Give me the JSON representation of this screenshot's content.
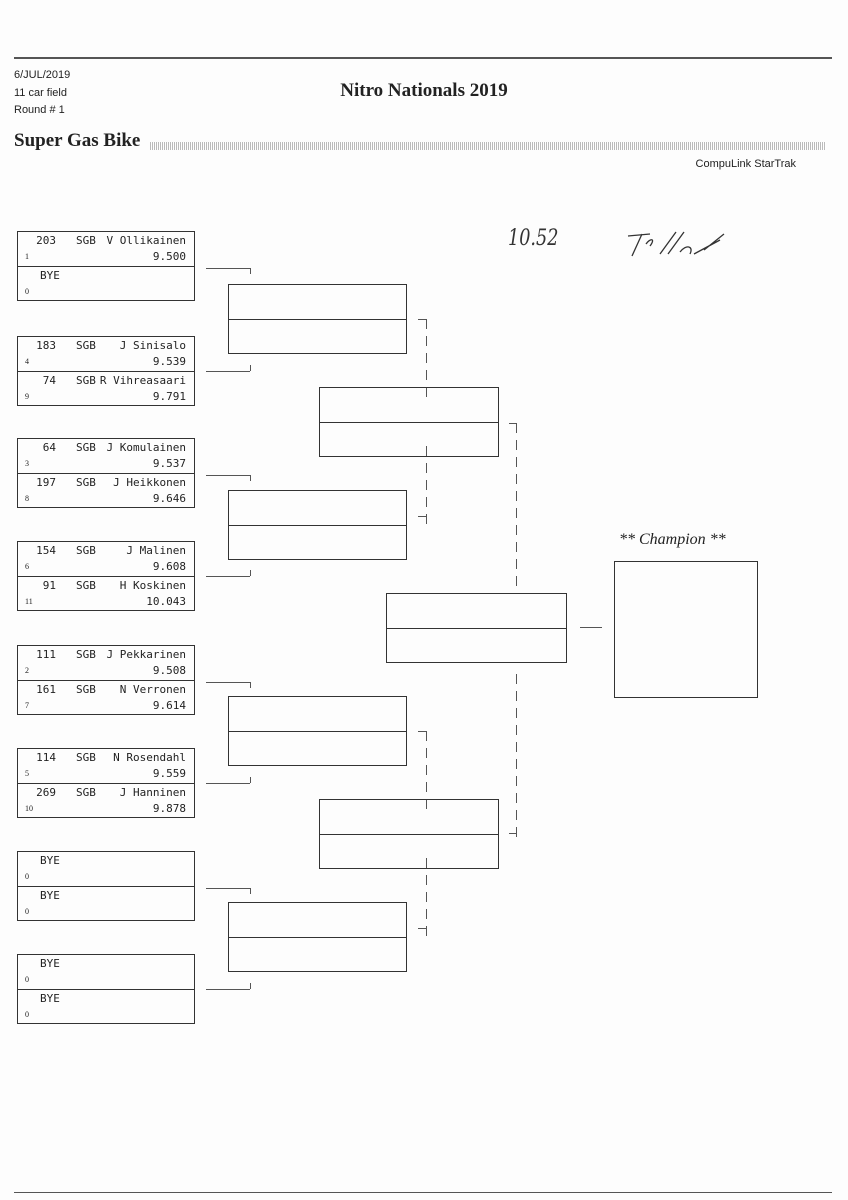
{
  "header": {
    "date": "6/JUL/2019",
    "field": "11 car field",
    "round": "Round # 1",
    "title": "Nitro Nationals 2019",
    "class_name": "Super Gas Bike",
    "software": "CompuLink StarTrak"
  },
  "handwritten": {
    "time": "10.52",
    "signature": "signature"
  },
  "champion_label": "** Champion **",
  "round1": [
    [
      {
        "num": "203",
        "cls": "SGB",
        "name": "V Ollikainen",
        "et": "9.500",
        "seed": "1"
      },
      {
        "bye": "BYE",
        "seed": "0"
      }
    ],
    [
      {
        "num": "183",
        "cls": "SGB",
        "name": "J Sinisalo",
        "et": "9.539",
        "seed": "4"
      },
      {
        "num": "74",
        "cls": "SGB",
        "name": "R Vihreasaari",
        "et": "9.791",
        "seed": "9"
      }
    ],
    [
      {
        "num": "64",
        "cls": "SGB",
        "name": "J Komulainen",
        "et": "9.537",
        "seed": "3"
      },
      {
        "num": "197",
        "cls": "SGB",
        "name": "J Heikkonen",
        "et": "9.646",
        "seed": "8"
      }
    ],
    [
      {
        "num": "154",
        "cls": "SGB",
        "name": "J Malinen",
        "et": "9.608",
        "seed": "6"
      },
      {
        "num": "91",
        "cls": "SGB",
        "name": "H Koskinen",
        "et": "10.043",
        "seed": "11"
      }
    ],
    [
      {
        "num": "111",
        "cls": "SGB",
        "name": "J Pekkarinen",
        "et": "9.508",
        "seed": "2"
      },
      {
        "num": "161",
        "cls": "SGB",
        "name": "N Verronen",
        "et": "9.614",
        "seed": "7"
      }
    ],
    [
      {
        "num": "114",
        "cls": "SGB",
        "name": "N Rosendahl",
        "et": "9.559",
        "seed": "5"
      },
      {
        "num": "269",
        "cls": "SGB",
        "name": "J Hanninen",
        "et": "9.878",
        "seed": "10"
      }
    ],
    [
      {
        "bye": "BYE",
        "seed": "0"
      },
      {
        "bye": "BYE",
        "seed": "0"
      }
    ],
    [
      {
        "bye": "BYE",
        "seed": "0"
      },
      {
        "bye": "BYE",
        "seed": "0"
      }
    ]
  ]
}
